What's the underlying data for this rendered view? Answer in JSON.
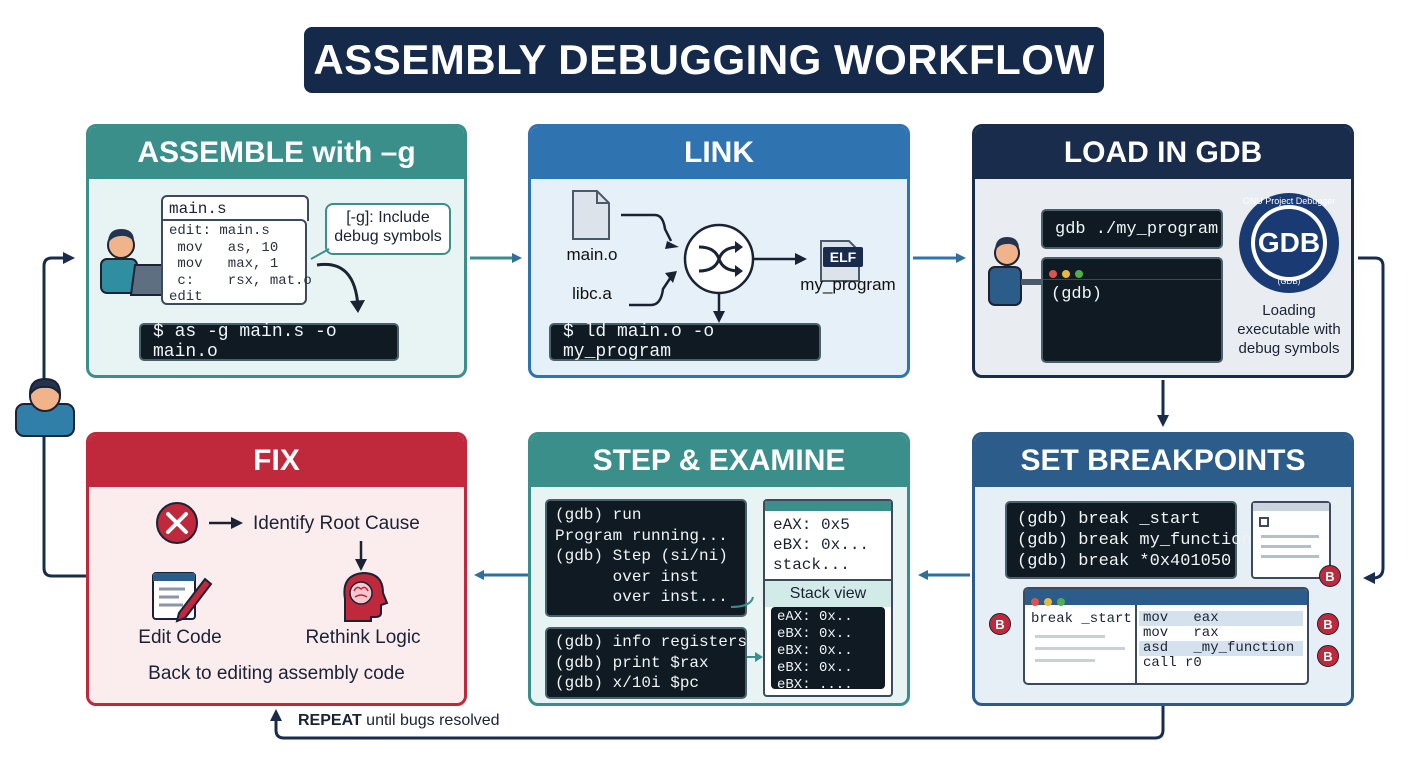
{
  "title": "ASSEMBLY DEBUGGING WORKFLOW",
  "colors": {
    "teal": "#3a8f8a",
    "blue": "#2f74b0",
    "navy": "#1a2c4c",
    "steel": "#2b5c8a",
    "red": "#c0283c",
    "arrow": "#2f6f9c"
  },
  "assemble": {
    "header": "ASSEMBLE with –g",
    "file_tab": "main.s",
    "code_lines": [
      "edit: main.s",
      " mov   as, 10",
      " mov   max, 1",
      " c:    rsx, mat.o",
      "edit"
    ],
    "callout": "[-g]: Include debug symbols",
    "command": "$ as -g main.s -o main.o"
  },
  "link": {
    "header": "LINK",
    "input1": "main.o",
    "input2": "libc.a",
    "output_badge": "ELF",
    "output": "my_program",
    "command": "$ ld main.o -o my_program"
  },
  "load": {
    "header": "LOAD IN GDB",
    "command": "gdb ./my_program",
    "prompt": "(gdb)",
    "logo_text": "GDB",
    "logo_ring_top": "GNU Project Debugger",
    "logo_ring_bottom": "(GDB)",
    "caption": "Loading executable with debug symbols"
  },
  "breakpoints": {
    "header": "SET BREAKPOINTS",
    "commands": [
      "(gdb) break _start",
      "(gdb) break my_function",
      "(gdb) break *0x401050"
    ],
    "badge": "B",
    "editor_left": "break _start",
    "editor_right": [
      "mov   eax",
      "mov   rax",
      "asd   _my_function",
      "call r0"
    ]
  },
  "step": {
    "header": "STEP & EXAMINE",
    "term1": [
      "(gdb) run",
      "Program running...",
      "(gdb) Step (si/ni)",
      "      over inst",
      "      over inst..."
    ],
    "term2": [
      "(gdb) info registers",
      "(gdb) print $rax",
      "(gdb) x/10i $pc"
    ],
    "regs": [
      "eAX: 0x5",
      "eBX: 0x...",
      "stack..."
    ],
    "stack_title": "Stack view",
    "stack_lines": [
      "eAX: 0x..",
      "eBX: 0x..",
      "eBX: 0x..",
      "eBX: 0x..",
      "eBX: ...."
    ]
  },
  "fix": {
    "header": "FIX",
    "identify": "Identify Root Cause",
    "edit": "Edit Code",
    "rethink": "Rethink Logic",
    "back": "Back to editing assembly code"
  },
  "loop": {
    "strong": "REPEAT",
    "rest": " until bugs resolved"
  }
}
